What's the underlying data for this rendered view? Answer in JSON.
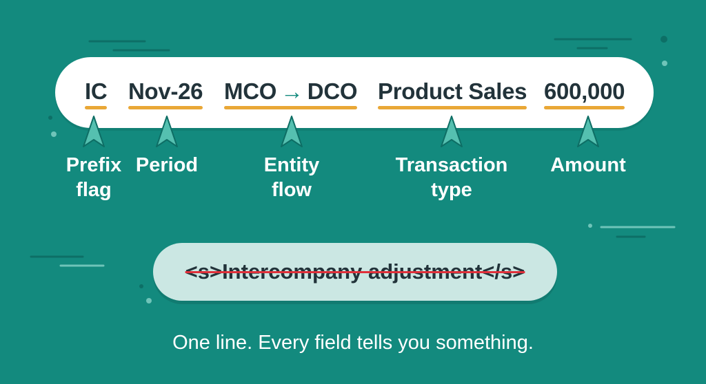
{
  "colors": {
    "background": "#138a7e",
    "pill": "#ffffff",
    "underline": "#e9a736",
    "pointer": "#55c0b0",
    "pointer_stroke": "#0e6e65",
    "struck_box": "#cbe7e3",
    "strike": "#e0303a",
    "text_dark": "#22333a"
  },
  "record": {
    "fields": [
      {
        "id": "prefix",
        "value": "IC"
      },
      {
        "id": "period",
        "value": "Nov-26"
      },
      {
        "id": "entity_from",
        "value": "MCO",
        "arrow": "→",
        "entity_to": "DCO"
      },
      {
        "id": "transaction",
        "value": "Product Sales"
      },
      {
        "id": "amount",
        "value": "600,000"
      }
    ]
  },
  "labels": [
    {
      "id": "prefix",
      "text": "Prefix\nflag"
    },
    {
      "id": "period",
      "text": "Period"
    },
    {
      "id": "entity",
      "text": "Entity\nflow"
    },
    {
      "id": "transaction",
      "text": "Transaction\ntype"
    },
    {
      "id": "amount",
      "text": "Amount"
    }
  ],
  "struck_text": "<s>Intercompany adjustment</s>",
  "tagline": "One line. Every field tells you something."
}
